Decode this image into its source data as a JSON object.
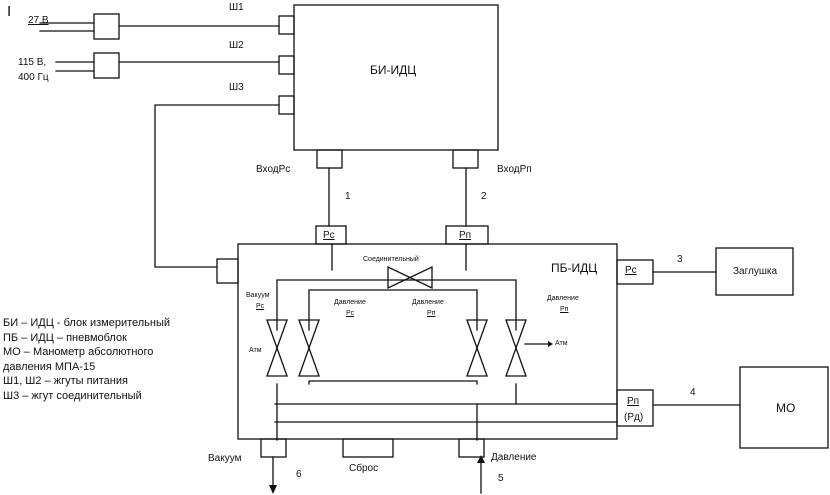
{
  "figure_marker": "I",
  "power": {
    "v27": "27 В",
    "v115": "115 В,",
    "hz400": "400 Гц"
  },
  "connectors": {
    "sh1": "Ш1",
    "sh2": "Ш2",
    "sh3": "Ш3"
  },
  "bi_idc": {
    "title": "БИ-ИДЦ",
    "input_pc": "ВходPc",
    "input_pp": "ВходPп"
  },
  "pb_idc": {
    "title": "ПБ-ИДЦ",
    "port_pc_top": "Pc",
    "port_pp_top": "Pп",
    "port_pc_right": "Pc",
    "port_pp_right": "Pп",
    "port_pd_right": "(Pд)",
    "connecting_valve": "Соединительный",
    "vacuum_pc_title": "Вакуум",
    "vacuum_pc_sub": "Pc",
    "pressure_pc_title": "Давление",
    "pressure_pc_sub": "Pc",
    "pressure_pp_title": "Давление",
    "pressure_pp_sub": "Pп",
    "pressure_pp_right_title": "Давление",
    "pressure_pp_right_sub": "Pп",
    "atm_left": "Атм",
    "atm_right": "Атм",
    "bottom_vacuum": "Вакуум",
    "bottom_reset": "Сброс",
    "bottom_pressure": "Давление"
  },
  "external": {
    "plug": "Заглушка",
    "mo": "МО"
  },
  "line_numbers": [
    "1",
    "2",
    "3",
    "4",
    "5",
    "6"
  ],
  "legend": [
    "БИ – ИДЦ - блок измерительный",
    "ПБ – ИДЦ – пневмоблок",
    "МО – Манометр абсолютного",
    "давления МПА-15",
    "Ш1, Ш2 – жгуты питания",
    "Ш3 – жгут соединительный"
  ]
}
